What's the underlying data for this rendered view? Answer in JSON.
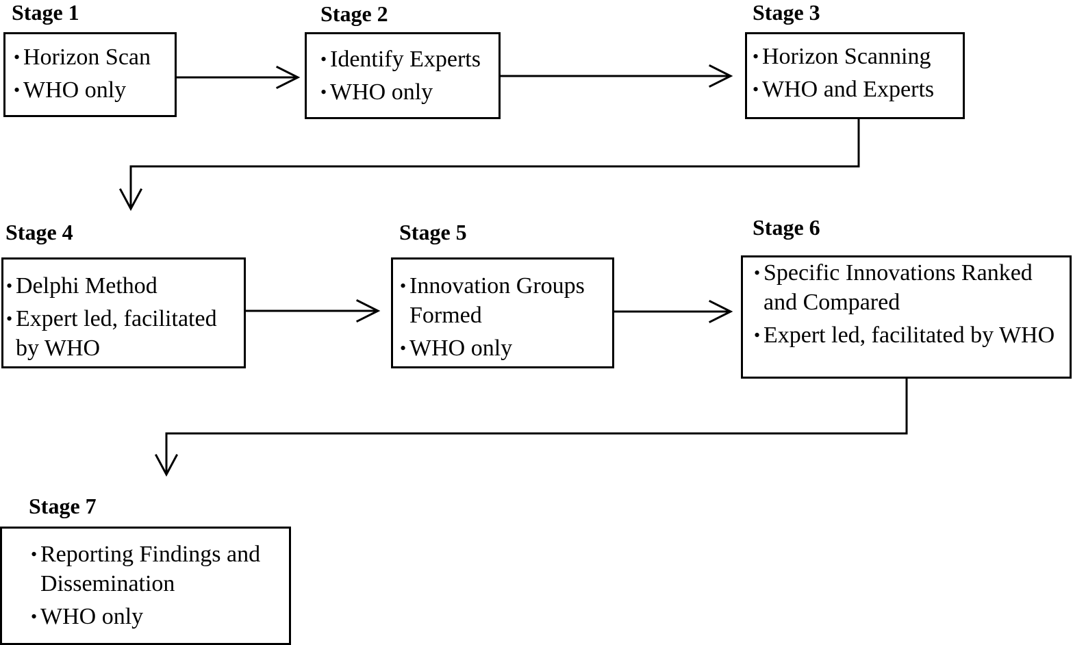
{
  "stages": [
    {
      "title": "Stage 1",
      "items": [
        "Horizon Scan",
        "WHO only"
      ]
    },
    {
      "title": "Stage 2",
      "items": [
        "Identify Experts",
        "WHO only"
      ]
    },
    {
      "title": "Stage 3",
      "items": [
        "Horizon Scanning",
        "WHO and Experts"
      ]
    },
    {
      "title": "Stage 4",
      "items": [
        "Delphi Method",
        "Expert led, facilitated by WHO"
      ]
    },
    {
      "title": "Stage 5",
      "items": [
        "Innovation Groups Formed",
        "WHO only"
      ]
    },
    {
      "title": "Stage 6",
      "items": [
        "Specific Innovations Ranked and Compared",
        "Expert led, facilitated by WHO"
      ]
    },
    {
      "title": "Stage 7",
      "items": [
        "Reporting Findings and Dissemination",
        "WHO only"
      ]
    }
  ]
}
